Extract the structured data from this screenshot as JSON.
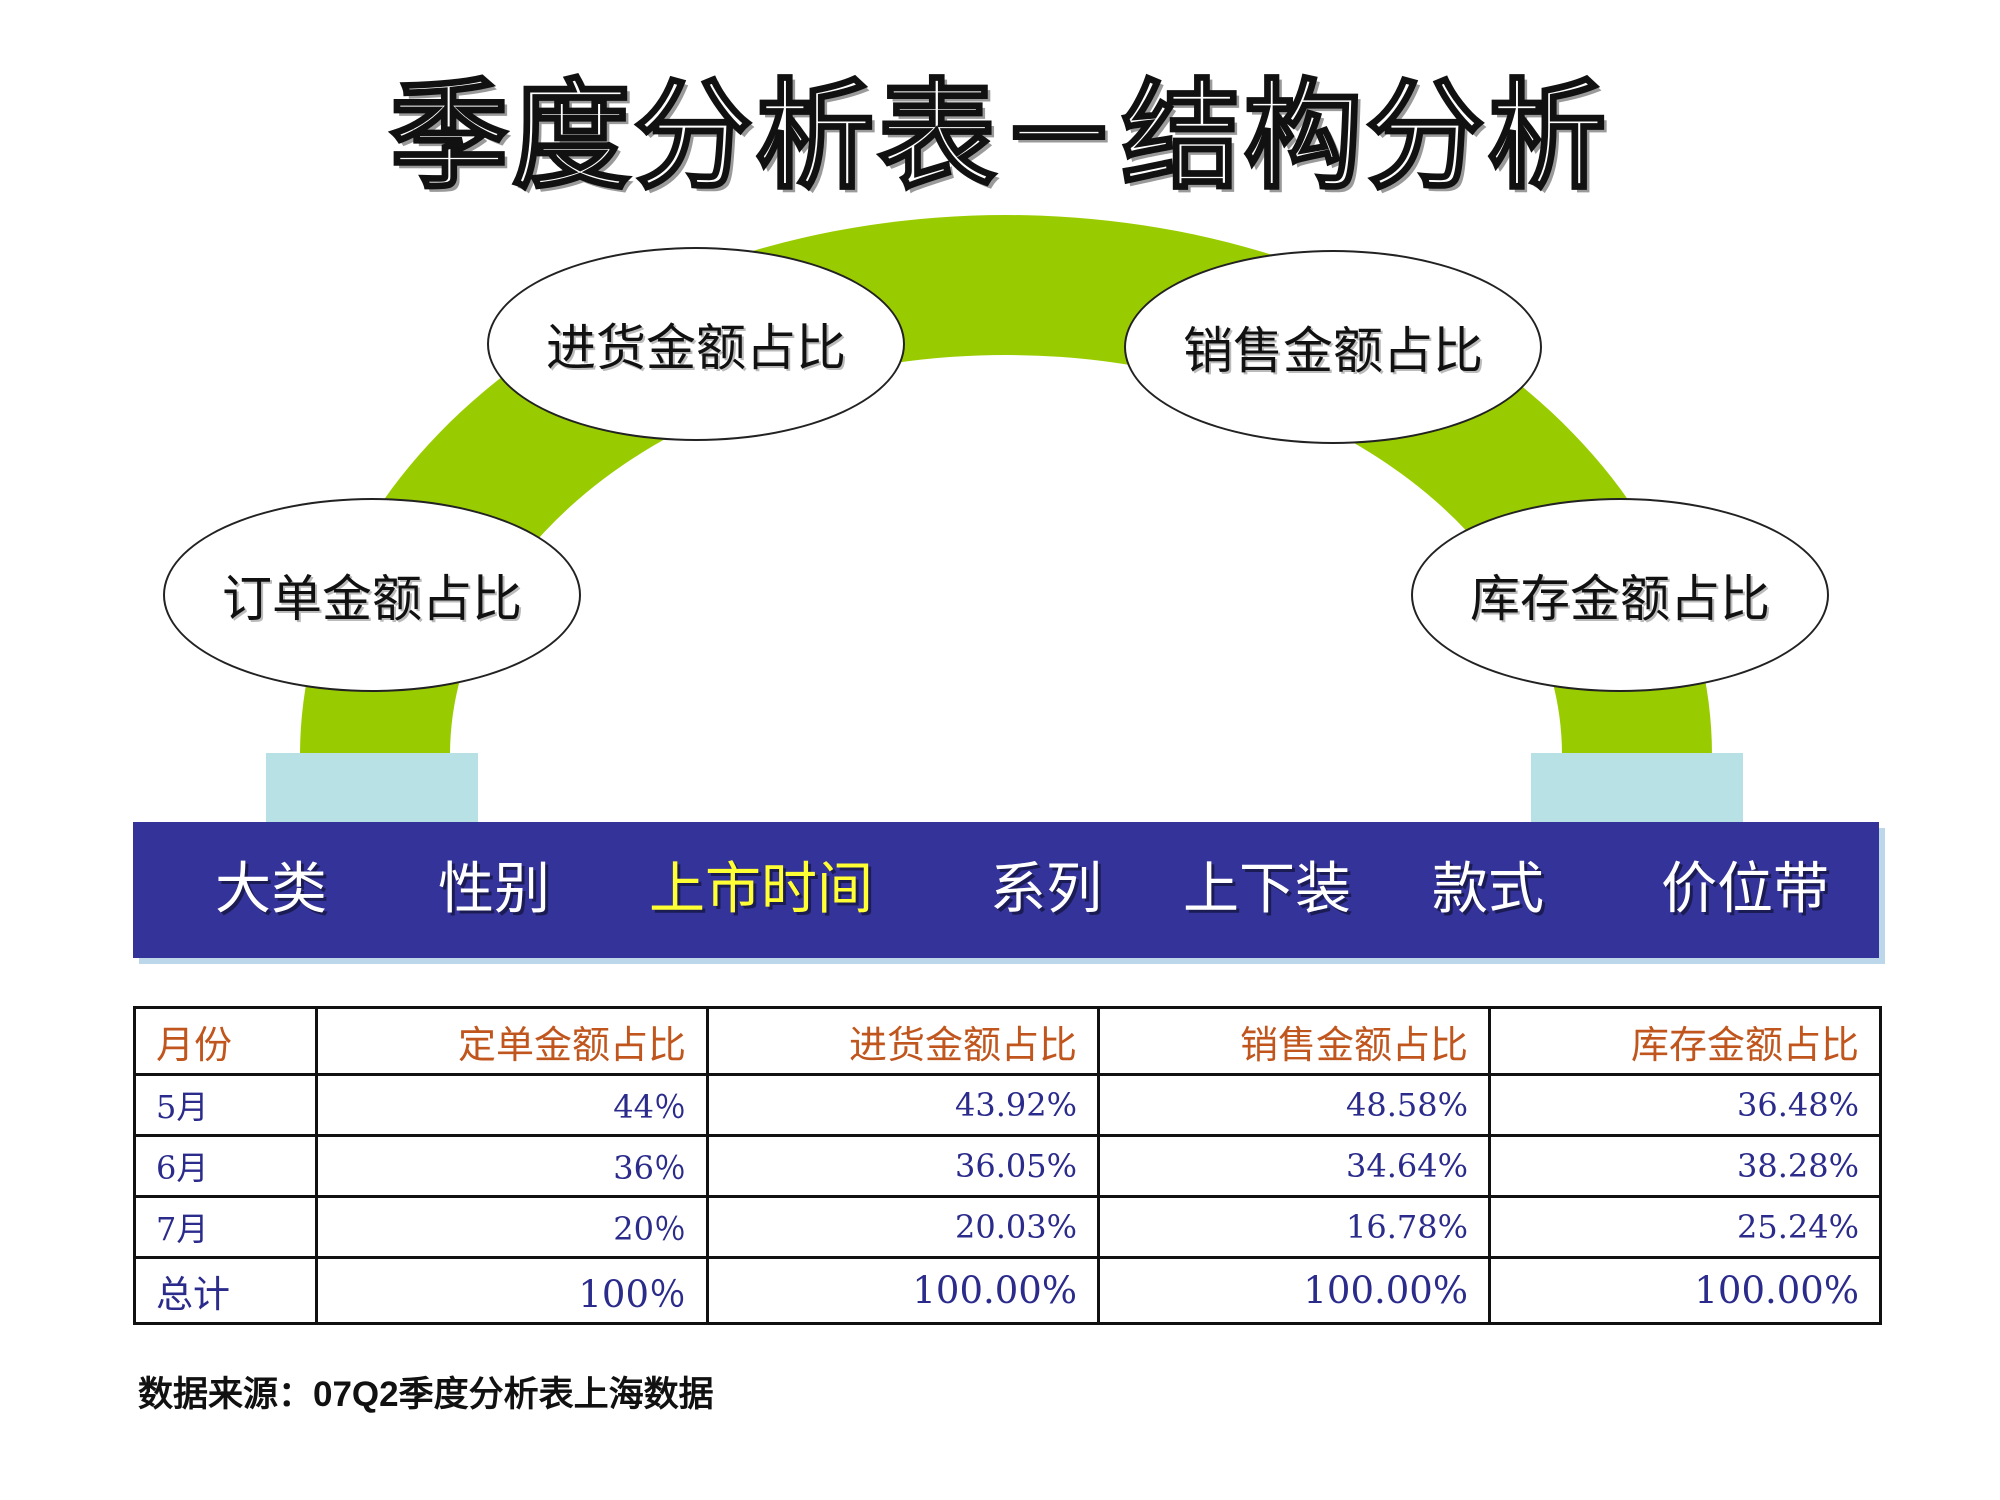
{
  "title": "季度分析表－结构分析",
  "colors": {
    "arch": "#99cc00",
    "band": "#343399",
    "band_text": "#ffffff",
    "band_highlight": "#ffff33",
    "pillar": "#b7e1e4",
    "header_text": "#c0561d",
    "cell_text": "#2b2b8c"
  },
  "bubbles": [
    "订单金额占比",
    "进货金额占比",
    "销售金额占比",
    "库存金额占比"
  ],
  "dimensions": [
    {
      "label": "大类",
      "active": false
    },
    {
      "label": "性别",
      "active": false
    },
    {
      "label": "上市时间",
      "active": true
    },
    {
      "label": "系列",
      "active": false
    },
    {
      "label": "上下装",
      "active": false
    },
    {
      "label": "款式",
      "active": false
    },
    {
      "label": "价位带",
      "active": false
    }
  ],
  "table": {
    "headers": [
      "月份",
      "定单金额占比",
      "进货金额占比",
      "销售金额占比",
      "库存金额占比"
    ],
    "rows": [
      [
        "5月",
        "44％",
        "43.92%",
        "48.58%",
        "36.48%"
      ],
      [
        "6月",
        "36％",
        "36.05%",
        "34.64%",
        "38.28%"
      ],
      [
        "7月",
        "20％",
        "20.03%",
        "16.78%",
        "25.24%"
      ],
      [
        "总计",
        "100％",
        "100.00%",
        "100.00%",
        "100.00%"
      ]
    ]
  },
  "source": "数据来源：07Q2季度分析表上海数据"
}
